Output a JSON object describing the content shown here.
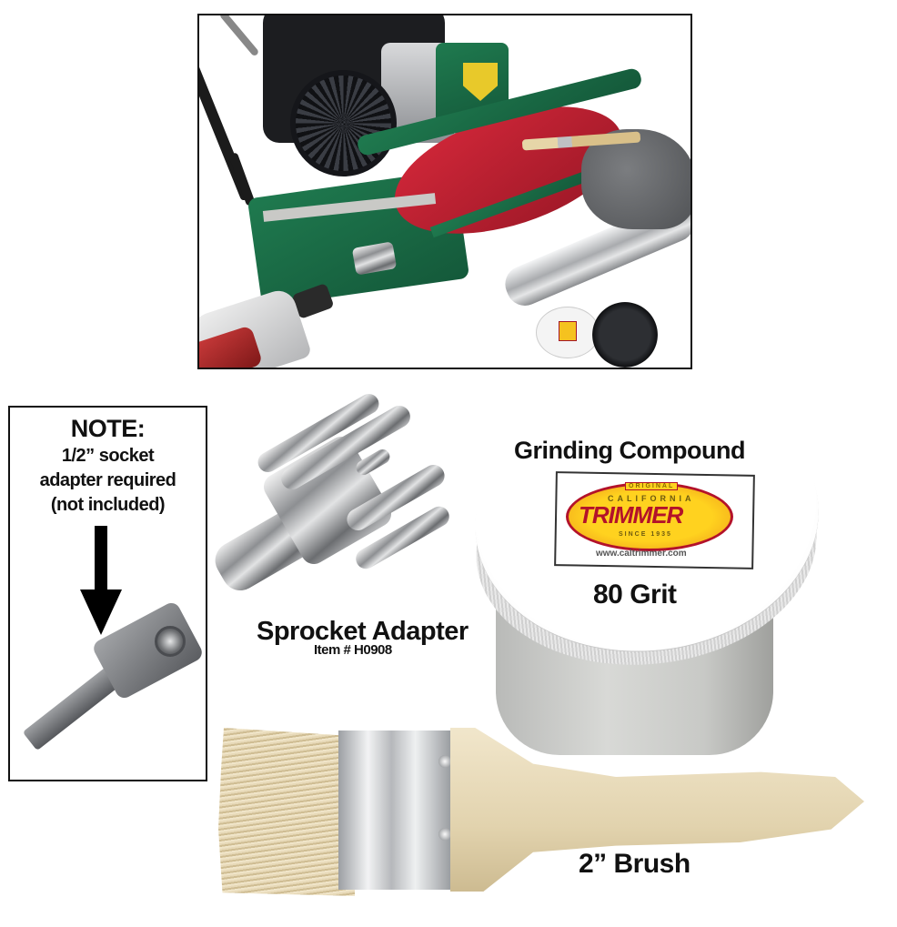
{
  "photo": {
    "alt": "Reel mower being back-lapped with a drill and grinding compound brushed onto the reel",
    "compound_jar_label_icon": "california-trimmer-logo"
  },
  "note_box": {
    "heading": "NOTE:",
    "line1": "1/2” socket",
    "line2": "adapter required",
    "line3": "(not included)",
    "icon": "arrow-down-icon",
    "item_image": "socket-adapter"
  },
  "sprocket_adapter": {
    "title": "Sprocket Adapter",
    "item_number": "Item # H0908"
  },
  "grinding_compound": {
    "title": "Grinding Compound",
    "grit": "80 Grit",
    "logo": {
      "top": "ORIGINAL",
      "state": "CALIFORNIA",
      "brand": "TRIMMER",
      "since": "SINCE 1935",
      "url": "www.caltrimmer.com"
    },
    "colors": {
      "oval_yellow": "#ffd21f",
      "brand_red": "#b3122a"
    }
  },
  "brush": {
    "label": "2” Brush"
  }
}
